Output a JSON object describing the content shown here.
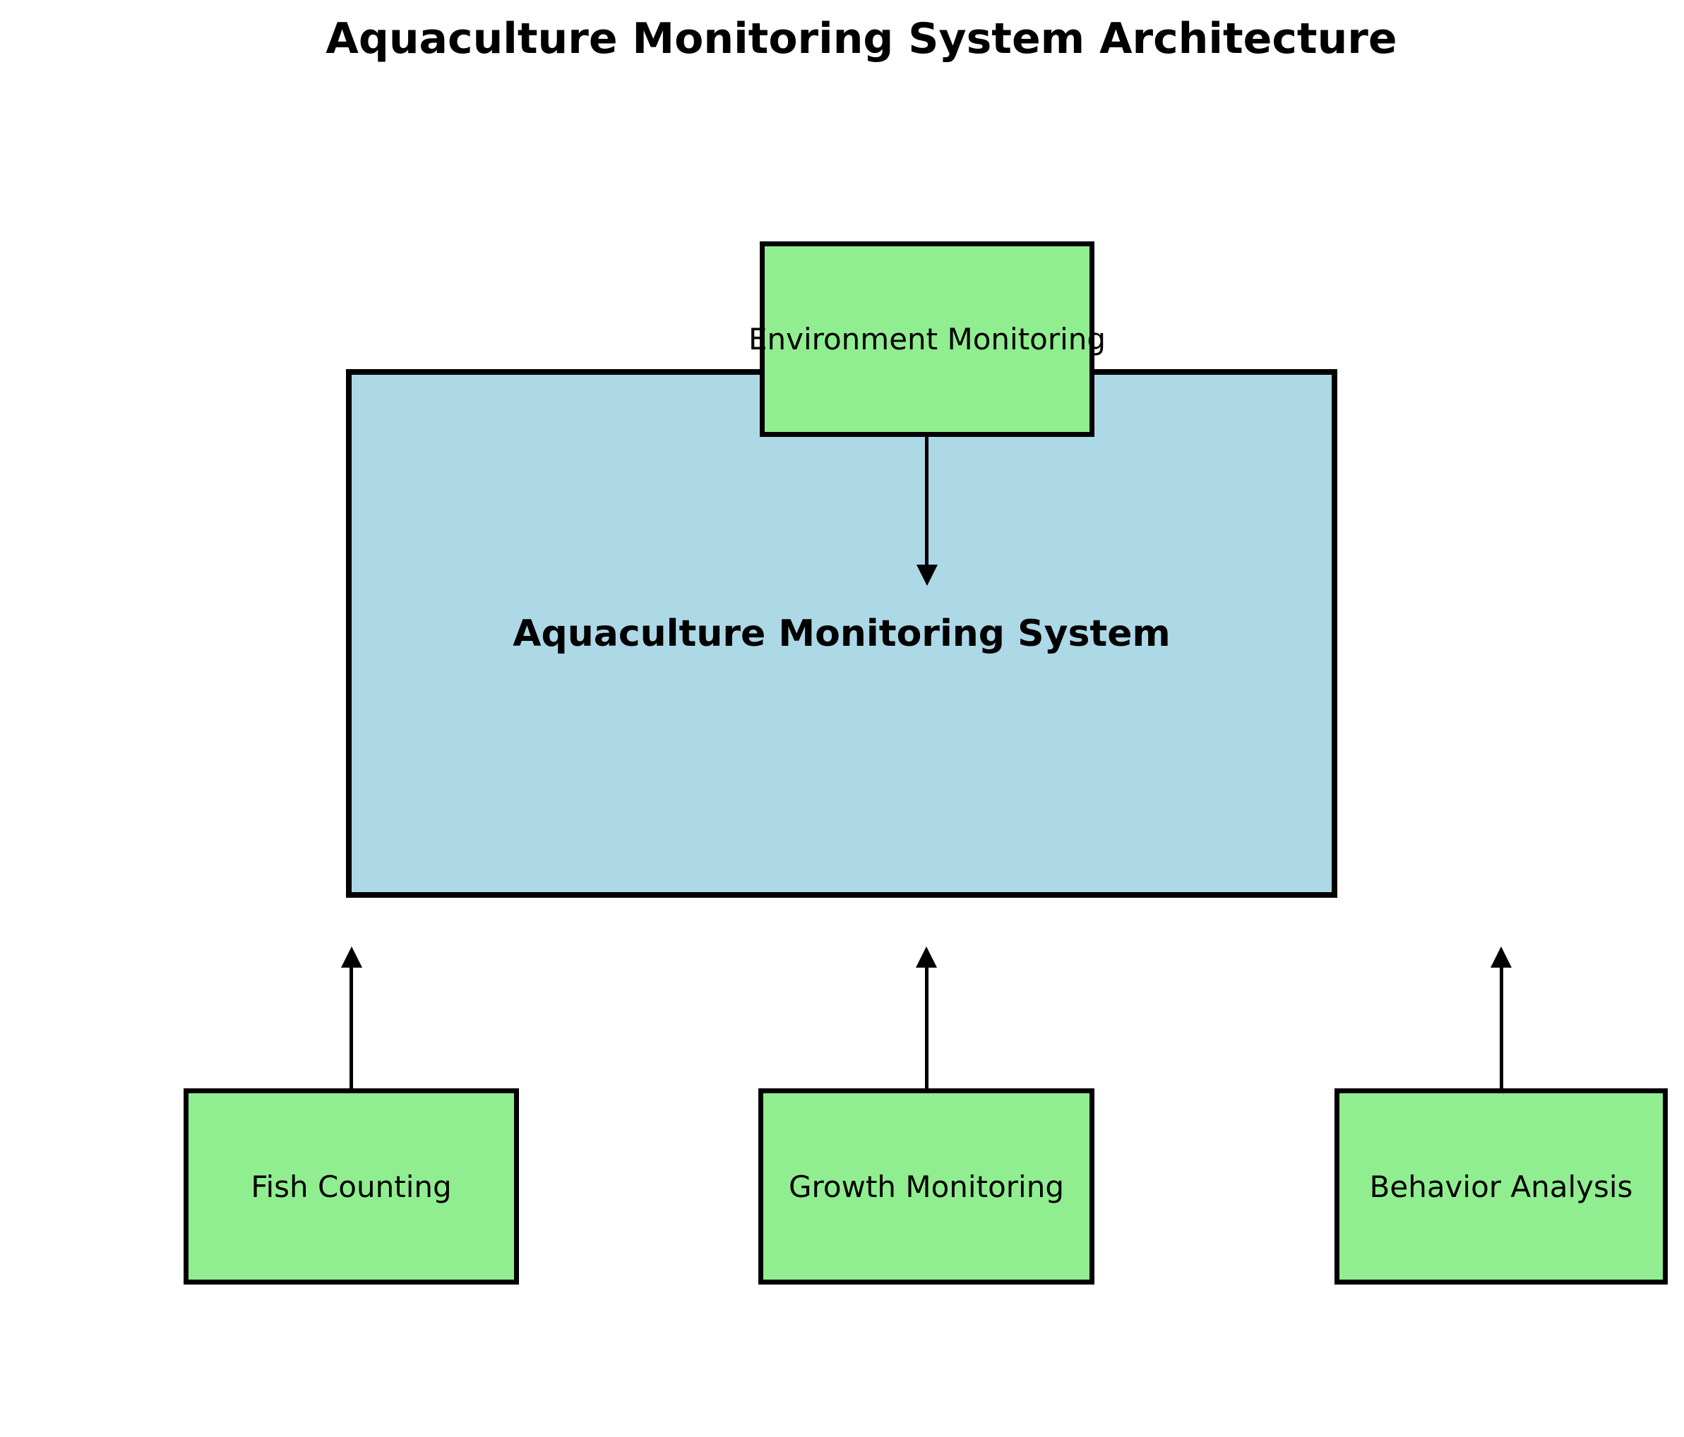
{
  "diagram": {
    "title": "Aquaculture Monitoring System Architecture",
    "central_node": {
      "label": "Aquaculture Monitoring System"
    },
    "component_nodes": [
      {
        "label": "Environment Monitoring",
        "position": "top"
      },
      {
        "label": "Fish Counting",
        "position": "bottom-left"
      },
      {
        "label": "Growth Monitoring",
        "position": "bottom-center"
      },
      {
        "label": "Behavior Analysis",
        "position": "bottom-right"
      }
    ],
    "connections": [
      {
        "from": "Environment Monitoring",
        "to": "Aquaculture Monitoring System",
        "arrow_direction": "down"
      },
      {
        "from": "Fish Counting",
        "to": "Aquaculture Monitoring System",
        "arrow_direction": "up"
      },
      {
        "from": "Growth Monitoring",
        "to": "Aquaculture Monitoring System",
        "arrow_direction": "up"
      },
      {
        "from": "Behavior Analysis",
        "to": "Aquaculture Monitoring System",
        "arrow_direction": "up"
      }
    ],
    "colors": {
      "central_fill": "#add8e6",
      "component_fill": "#90ee90",
      "border": "#000000",
      "arrow": "#000000",
      "background": "#ffffff",
      "text": "#000000"
    }
  }
}
